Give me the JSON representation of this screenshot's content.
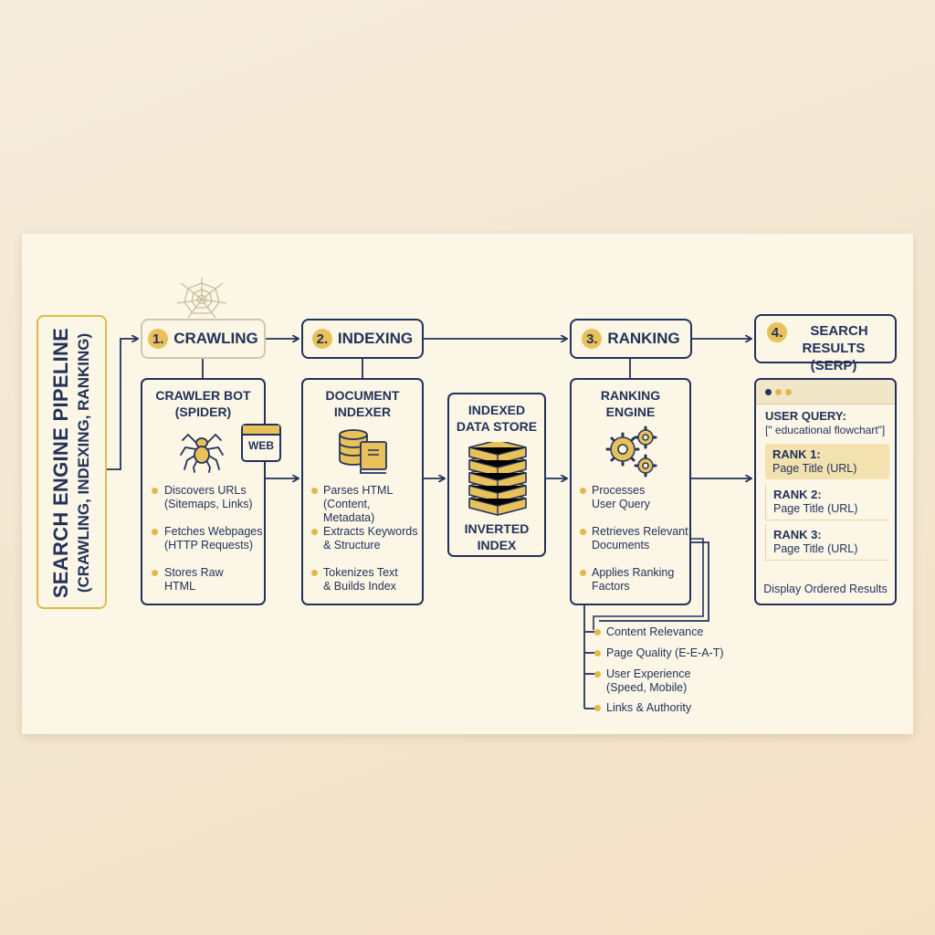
{
  "title": {
    "main": "SEARCH ENGINE PIPELINE",
    "sub": "(CRAWLING, INDEXING, RANKING)"
  },
  "stages": [
    {
      "num": "1.",
      "label": "CRAWLING"
    },
    {
      "num": "2.",
      "label": "INDEXING"
    },
    {
      "num": "3.",
      "label": "RANKING"
    },
    {
      "num": "4.",
      "label_line1": "SEARCH",
      "label_line2": "RESULTS (SERP)"
    }
  ],
  "crawler": {
    "title_line1": "CRAWLER BOT",
    "title_line2": "(SPIDER)",
    "web_badge": "WEB",
    "bullets": [
      {
        "line1": "Discovers URLs",
        "line2": "(Sitemaps, Links)"
      },
      {
        "line1": "Fetches Webpages",
        "line2": "(HTTP Requests)"
      },
      {
        "line1": "Stores Raw",
        "line2": "HTML"
      }
    ]
  },
  "indexer": {
    "title_line1": "DOCUMENT",
    "title_line2": "INDEXER",
    "bullets": [
      {
        "line1": "Parses HTML",
        "line2": "(Content, Metadata)"
      },
      {
        "line1": "Extracts Keywords",
        "line2": "& Structure"
      },
      {
        "line1": "Tokenizes Text",
        "line2": "& Builds Index"
      }
    ]
  },
  "datastore": {
    "title_line1": "INDEXED",
    "title_line2": "DATA STORE",
    "footer_line1": "INVERTED",
    "footer_line2": "INDEX"
  },
  "ranking_engine": {
    "title_line1": "RANKING",
    "title_line2": "ENGINE",
    "bullets": [
      {
        "line1": "Processes",
        "line2": "User Query"
      },
      {
        "line1": "Retrieves Relevant",
        "line2": "Documents"
      },
      {
        "line1": "Applies Ranking",
        "line2": "Factors"
      }
    ]
  },
  "factors": [
    {
      "line1": "Content Relevance",
      "line2": ""
    },
    {
      "line1": "Page Quality (E-E-A-T)",
      "line2": ""
    },
    {
      "line1": "User Experience",
      "line2": "(Speed, Mobile)"
    },
    {
      "line1": "Links & Authority",
      "line2": ""
    }
  ],
  "serp": {
    "query_label": "USER QUERY:",
    "query_value": "[\" educational flowchart\"]",
    "results": [
      {
        "rank": "RANK 1:",
        "title": "Page Title (URL)"
      },
      {
        "rank": "RANK 2:",
        "title": "Page Title (URL)"
      },
      {
        "rank": "RANK 3:",
        "title": "Page Title (URL)"
      }
    ],
    "footer": "Display Ordered Results"
  },
  "icons": [
    "spider-web-icon",
    "spider-icon",
    "web-browser-icon",
    "database-icon",
    "book-icon",
    "server-stack-icon",
    "gears-icon",
    "down-arrow-icon"
  ],
  "colors": {
    "navy": "#23325a",
    "gold": "#e2b84a",
    "gold_fill": "#e8c15a",
    "card": "#fbf6e6",
    "highlight": "#f3e2b0"
  }
}
